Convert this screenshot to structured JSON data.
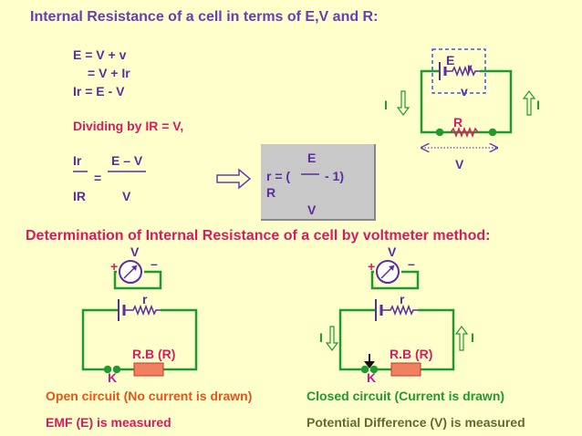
{
  "title": "Internal Resistance of a cell in terms of E,V and R:",
  "equations": {
    "line1": "E  = V + v",
    "line2": "= V + Ir",
    "line3": "Ir  = E - V",
    "dividing": "Dividing by IR = V,"
  },
  "fraction": {
    "left_num": "Ir",
    "left_den": "IR",
    "equals": "=",
    "right_num": "E – V",
    "right_den": "V"
  },
  "formula": {
    "lhs": "r  = (",
    "num": "E",
    "den": "V",
    "tail": "-  1)",
    "r_label": "R"
  },
  "top_circuit": {
    "e_label": "E",
    "r_label": "r",
    "v_label": "v",
    "i_left": "I",
    "i_right": "I",
    "R_label": "R",
    "V_label": "V"
  },
  "heading2": "Determination of Internal Resistance of a cell by voltmeter method:",
  "open_circuit": {
    "v_label": "V",
    "plus": "+",
    "minus": "–",
    "r_label": "r",
    "rb_label": "R.B (R)",
    "k_label": "K",
    "caption": "Open circuit (No current is drawn)",
    "measure": "EMF (E) is measured"
  },
  "closed_circuit": {
    "v_label": "V",
    "plus": "+",
    "minus": "–",
    "r_label": "r",
    "rb_label": "R.B (R)",
    "k_label": "K",
    "i_left": "I",
    "i_right": "I",
    "caption": "Closed circuit  (Current is drawn)",
    "measure": "Potential Difference (V) is measured"
  },
  "colors": {
    "background": "#FFFFCC",
    "wire": "#1F9A2E",
    "title": "#6A3DB8",
    "heading": "#D81B60",
    "resistor_box": "#F08060"
  }
}
